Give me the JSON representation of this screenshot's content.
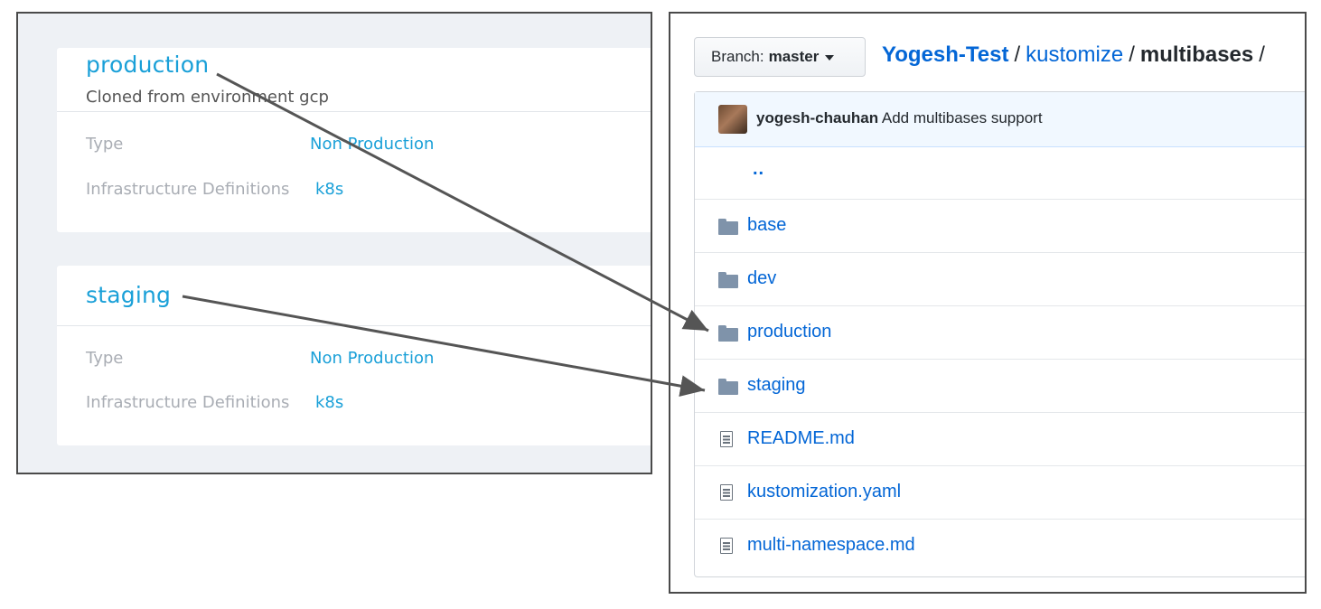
{
  "environments": [
    {
      "name": "production",
      "description": "Cloned from environment gcp",
      "type_label": "Type",
      "type_value": "Non Production",
      "infra_label": "Infrastructure Definitions",
      "infra_value": "k8s"
    },
    {
      "name": "staging",
      "type_label": "Type",
      "type_value": "Non Production",
      "infra_label": "Infrastructure Definitions",
      "infra_value": "k8s"
    }
  ],
  "repo": {
    "branch_label": "Branch:",
    "branch_value": "master",
    "breadcrumb": {
      "repo": "Yogesh-Test",
      "sep1": "/",
      "dir": "kustomize",
      "sep2": "/",
      "current": "multibases",
      "sep3": "/"
    },
    "commit": {
      "author": "yogesh-chauhan",
      "message": "Add multibases support"
    },
    "parent_dir": "..",
    "entries": [
      {
        "name": "base",
        "kind": "folder"
      },
      {
        "name": "dev",
        "kind": "folder"
      },
      {
        "name": "production",
        "kind": "folder"
      },
      {
        "name": "staging",
        "kind": "folder"
      },
      {
        "name": "README.md",
        "kind": "file"
      },
      {
        "name": "kustomization.yaml",
        "kind": "file"
      },
      {
        "name": "multi-namespace.md",
        "kind": "file"
      }
    ]
  },
  "colors": {
    "env_link": "#1aa0d8",
    "repo_link": "#0366d6",
    "arrow": "#555555"
  }
}
